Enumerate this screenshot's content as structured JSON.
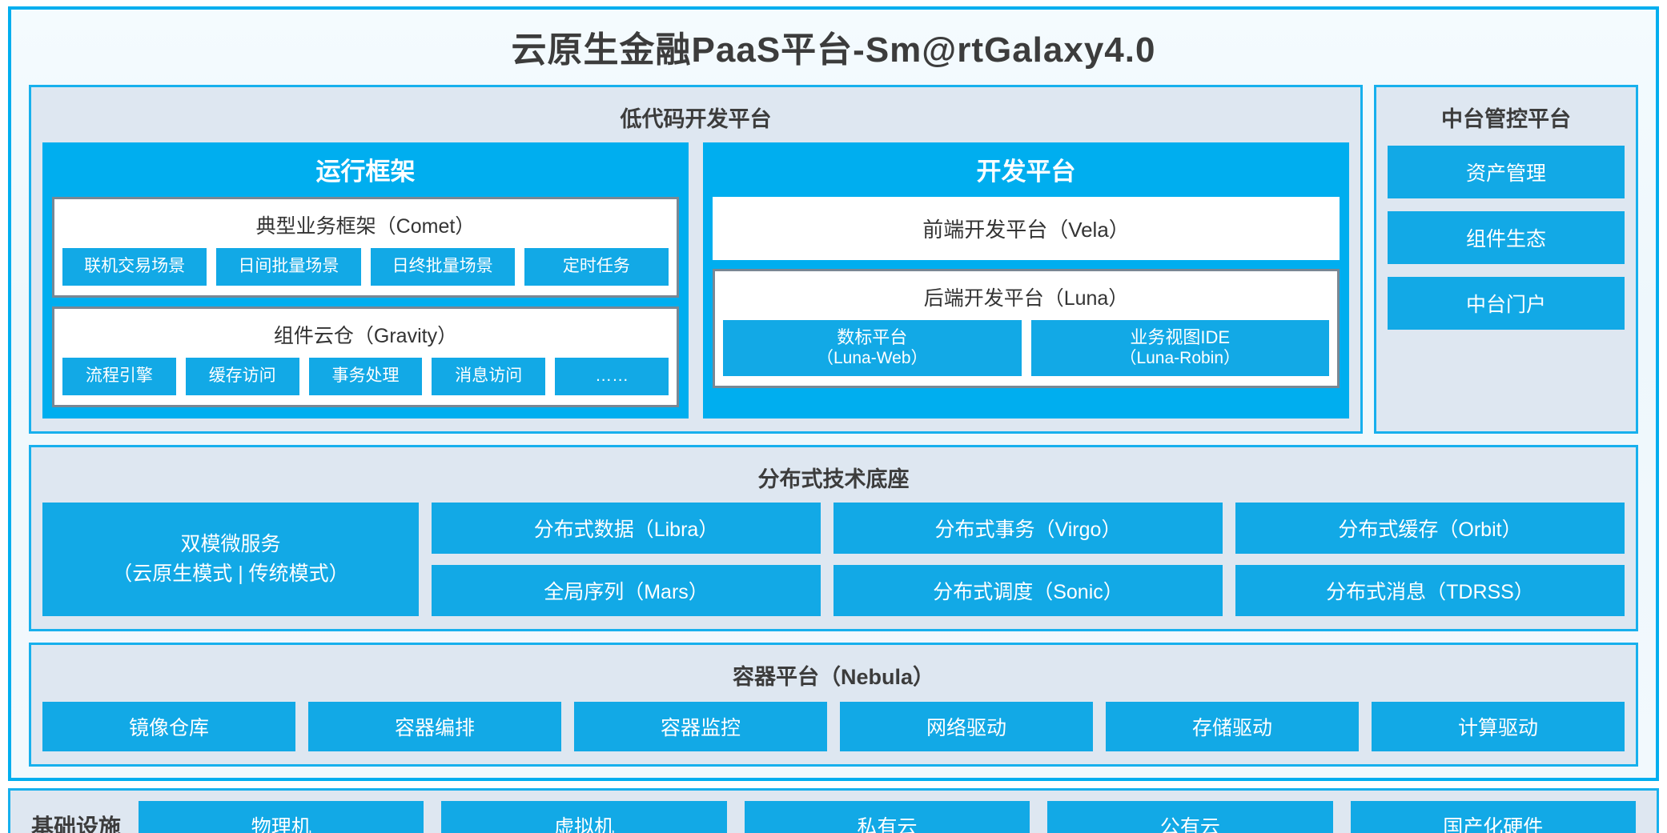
{
  "platform": {
    "title": "云原生金融PaaS平台-Sm@rtGalaxy4.0"
  },
  "lowcode": {
    "title": "低代码开发平台",
    "runtime": {
      "title": "运行框架",
      "comet": {
        "title": "典型业务框架（Comet）",
        "items": [
          "联机交易场景",
          "日间批量场景",
          "日终批量场景",
          "定时任务"
        ]
      },
      "gravity": {
        "title": "组件云仓（Gravity）",
        "items": [
          "流程引擎",
          "缓存访问",
          "事务处理",
          "消息访问",
          "……"
        ]
      }
    },
    "devplatform": {
      "title": "开发平台",
      "frontend": "前端开发平台（Vela）",
      "backend": {
        "title": "后端开发平台（Luna）",
        "items": [
          {
            "name": "数标平台",
            "code": "（Luna-Web）"
          },
          {
            "name": "业务视图IDE",
            "code": "（Luna-Robin）"
          }
        ]
      }
    }
  },
  "management": {
    "title": "中台管控平台",
    "items": [
      "资产管理",
      "组件生态",
      "中台门户"
    ]
  },
  "distributed": {
    "title": "分布式技术底座",
    "microservice": {
      "line1": "双模微服务",
      "line2": "（云原生模式 | 传统模式）"
    },
    "columns": [
      [
        "分布式数据（Libra）",
        "全局序列（Mars）"
      ],
      [
        "分布式事务（Virgo）",
        "分布式调度（Sonic）"
      ],
      [
        "分布式缓存（Orbit）",
        "分布式消息（TDRSS）"
      ]
    ]
  },
  "container": {
    "title": "容器平台（Nebula）",
    "items": [
      "镜像仓库",
      "容器编排",
      "容器监控",
      "网络驱动",
      "存储驱动",
      "计算驱动"
    ]
  },
  "infrastructure": {
    "label": "基础设施",
    "items": [
      "物理机",
      "虚拟机",
      "私有云",
      "公有云",
      "国产化硬件"
    ]
  },
  "colors": {
    "accent": "#00AEEF",
    "chip": "#12A9E6",
    "panel_bg": "#DEE7F1",
    "border_gray": "#7A8793"
  }
}
